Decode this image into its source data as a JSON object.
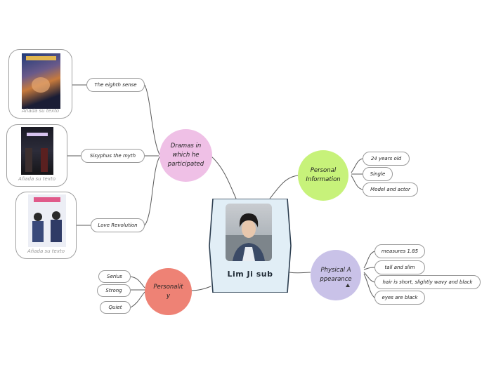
{
  "center": {
    "title": "Lim Ji sub"
  },
  "dramas": {
    "label": "Dramas in which he participated",
    "color": "#efc0e6",
    "items": [
      {
        "title": "The eighth sense",
        "caption": "Añada su texto"
      },
      {
        "title": "Sisyphus the myth",
        "caption": "Añada su texto"
      },
      {
        "title": "Love Revolution",
        "caption": "Añada su texto"
      }
    ]
  },
  "personal": {
    "label": "Personal Information",
    "color": "#c7f27a",
    "items": [
      "24 years old",
      "Single",
      "Model and actor"
    ]
  },
  "physical": {
    "label": "Physical Appearance",
    "color": "#c9c2e8",
    "items": [
      "measures 1.85",
      "tall and slim",
      "hair is short, slightly wavy and black",
      "eyes are black"
    ]
  },
  "personality": {
    "label": "Personality",
    "color": "#ee8275",
    "items": [
      "Serius",
      "Strong",
      "Quiet"
    ]
  }
}
